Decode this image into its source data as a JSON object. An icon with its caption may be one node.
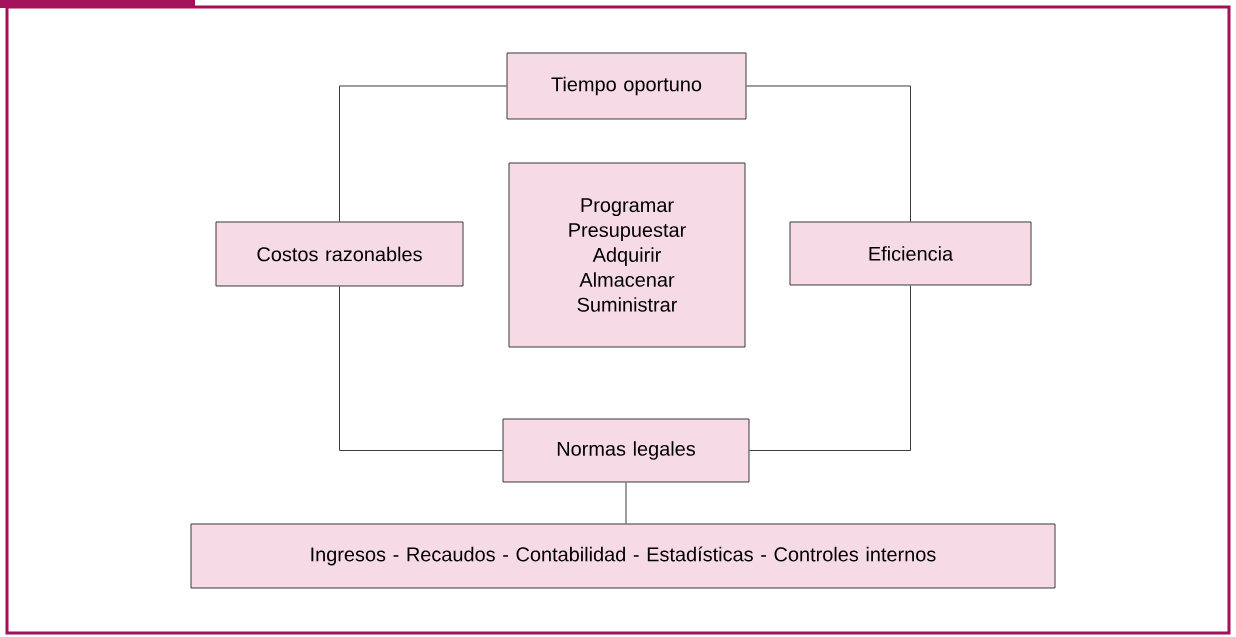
{
  "diagram": {
    "nodes": [
      {
        "text": [
          "Tiempo oportuno"
        ]
      },
      {
        "text": [
          "Costos razonables"
        ]
      },
      {
        "text": [
          "Programar Presupuestar Adquirir Almacenar Suministrar"
        ]
      },
      {
        "text": [
          "Eficiencia"
        ]
      },
      {
        "text": [
          "Normas legales"
        ]
      },
      {
        "text": [
          "Ingresos - Recaudos - Contabilidad - Estadísticas - Controles internos"
        ]
      }
    ],
    "edges": [
      {
        "from": 0,
        "to": 1,
        "arrow": "none"
      },
      {
        "from": 0,
        "to": 3,
        "arrow": "none"
      },
      {
        "from": 1,
        "to": 4,
        "arrow": "none"
      },
      {
        "from": 3,
        "to": 4,
        "arrow": "none"
      },
      {
        "from": 4,
        "to": 5,
        "arrow": "none"
      }
    ]
  }
}
